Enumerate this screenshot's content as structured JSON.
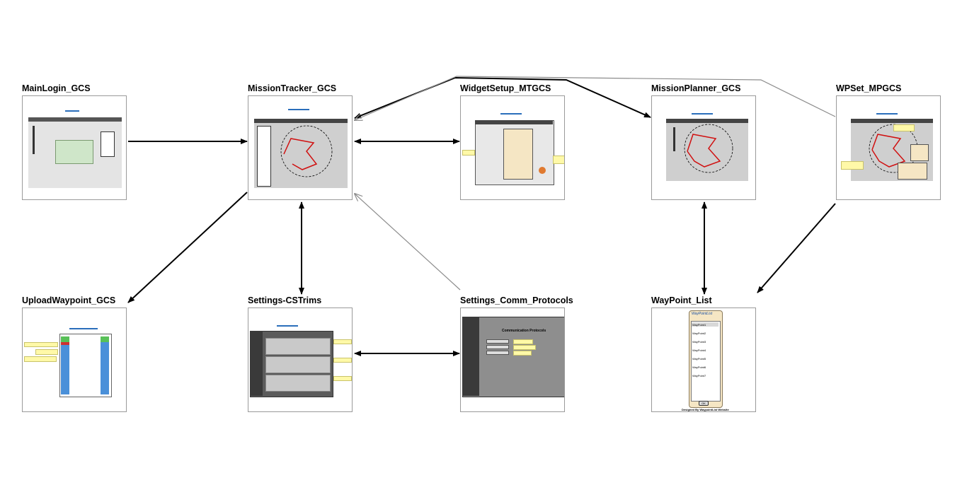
{
  "nodes": {
    "mainlogin": {
      "title": "MainLogin_GCS"
    },
    "missiontracker": {
      "title": "MissionTracker_GCS"
    },
    "widgetsetup": {
      "title": "WidgetSetup_MTGCS"
    },
    "missionplanner": {
      "title": "MissionPlanner_GCS"
    },
    "wpset": {
      "title": "WPSet_MPGCS"
    },
    "uploadwaypoint": {
      "title": "UploadWaypoint_GCS"
    },
    "cstrims": {
      "title": "Settings-CSTrims"
    },
    "commprotocols": {
      "title": "Settings_Comm_Protocols",
      "heading": "Communication Protocols"
    },
    "waypointlist": {
      "title": "WayPoint_List",
      "list_heading": "WayPointList",
      "items": [
        "WayPoint1",
        "WayPoint2",
        "WayPoint3",
        "WayPoint4",
        "WayPoint5",
        "WayPoint6",
        "WayPoint7"
      ],
      "ok_label": "OK",
      "footer": "Designed By WaypointList Website"
    }
  },
  "colors": {
    "arrow_primary": "#000000",
    "arrow_secondary": "#8c8c8c",
    "frame_border": "#9a9a9a",
    "route": "#d01010",
    "sticky": "#fff9a8"
  },
  "connections": [
    {
      "from": "MainLogin_GCS",
      "to": "MissionTracker_GCS",
      "style": "primary"
    },
    {
      "from": "MissionTracker_GCS",
      "to": "WidgetSetup_MTGCS",
      "style": "primary",
      "bidirectional": true
    },
    {
      "from": "MissionTracker_GCS",
      "to": "MissionPlanner_GCS",
      "style": "primary",
      "bidirectional": true
    },
    {
      "from": "WPSet_MPGCS",
      "to": "MissionTracker_GCS",
      "style": "secondary"
    },
    {
      "from": "MissionTracker_GCS",
      "to": "UploadWaypoint_GCS",
      "style": "primary"
    },
    {
      "from": "MissionTracker_GCS",
      "to": "Settings-CSTrims",
      "style": "primary",
      "bidirectional": true
    },
    {
      "from": "Settings_Comm_Protocols",
      "to": "MissionTracker_GCS",
      "style": "secondary"
    },
    {
      "from": "Settings-CSTrims",
      "to": "Settings_Comm_Protocols",
      "style": "primary",
      "bidirectional": true
    },
    {
      "from": "MissionPlanner_GCS",
      "to": "WayPoint_List",
      "style": "primary",
      "bidirectional": true
    },
    {
      "from": "WPSet_MPGCS",
      "to": "WayPoint_List",
      "style": "primary"
    }
  ]
}
